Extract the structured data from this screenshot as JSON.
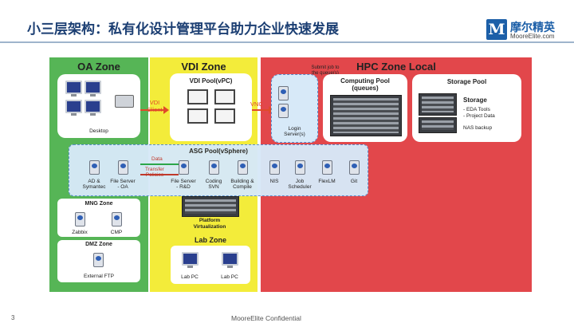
{
  "slide": {
    "title": "小三层架构：私有化设计管理平台助力企业快速发展",
    "logo_mark": "M",
    "logo_cn": "摩尔精英",
    "logo_en": "MooreElite.com",
    "page_number": "3",
    "confidential": "MooreElite Confidential"
  },
  "colors": {
    "title": "#1c3f73",
    "oa_zone": "#56b556",
    "vdi_zone": "#f3ec3a",
    "hpc_zone": "#e2474b",
    "asg_pool": "#d7e9f8",
    "arrow": "#e04a2a"
  },
  "oa_zone": {
    "title": "OA Zone",
    "desktop_label": "Desktop",
    "vdi_client_label": "VDI\nClient"
  },
  "vdi_zone": {
    "title": "VDI Zone",
    "pool_title": "VDI Pool(vPC)",
    "vnc_label": "VNC",
    "platform_label": "Platform\nVirtualization"
  },
  "hpc_zone": {
    "title": "HPC Zone Local",
    "submit_label": "Submit job to\nthe queue(s)",
    "login_label": "Login\nServer(s)",
    "computing_pool": "Computing Pool\n(queues)",
    "storage_pool": "Storage Pool",
    "storage_title": "Storage",
    "storage_items": "- EDA Tools\n- Project Data",
    "nas_label": "NAS backup"
  },
  "asg_pool": {
    "title": "ASG Pool(vSphere)",
    "data_label": "Data",
    "transfer_label": "Transfer\nPolicies",
    "servers": [
      "AD &\nSymantec",
      "File Server\n- OA",
      "File Server\n- R&D",
      "Coding\nSVN",
      "Building &\nCompile",
      "NIS",
      "Job\nScheduler",
      "FlexLM",
      "Git"
    ]
  },
  "mng_zone": {
    "title": "MNG Zone",
    "items": [
      "Zabbix",
      "CMP"
    ]
  },
  "dmz_zone": {
    "title": "DMZ Zone",
    "item": "External FTP"
  },
  "lab_zone": {
    "title": "Lab Zone",
    "items": [
      "Lab PC",
      "Lab PC"
    ]
  }
}
